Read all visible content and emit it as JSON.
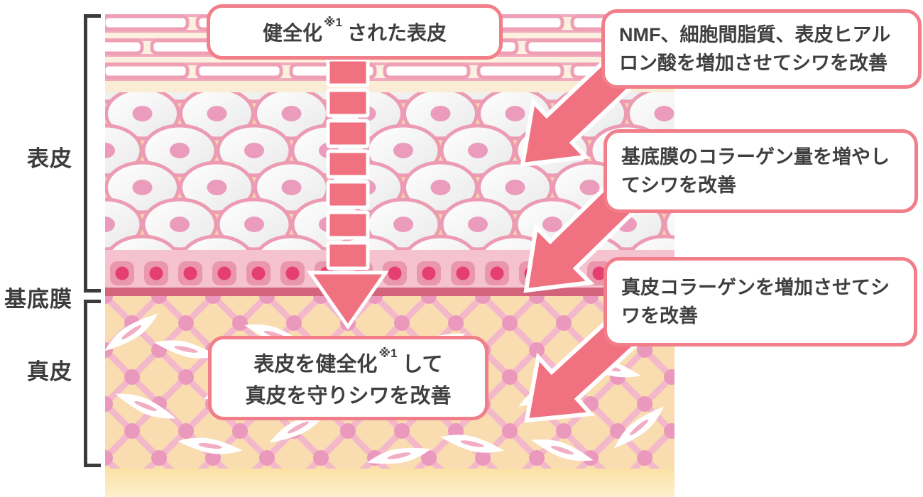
{
  "labels": {
    "epidermis": "表皮",
    "basement": "基底膜",
    "dermis": "真皮"
  },
  "callouts": {
    "top": {
      "pre": "健全化",
      "sup": "※1",
      "post": "された表皮"
    },
    "right1": "NMF、細胞間脂質、表皮ヒアルロン酸を増加させてシワを改善",
    "right2": "基底膜のコラーゲン量を増やしてシワを改善",
    "right3": "真皮コラーゲンを増加させてシワを改善",
    "bottom": {
      "line1_pre": "表皮を健全化",
      "line1_sup": "※1",
      "line1_post": "して",
      "line2": "真皮を守りシワを改善"
    }
  },
  "colors": {
    "accent_arrow_pink": "#f0717f",
    "callout_border_pink": "#f17e89",
    "text_dark": "#3f3f3f",
    "bracket_dark": "#3b3b3b",
    "basement_membrane": "#d4647c",
    "dermis_background": "#f9dcb0"
  }
}
